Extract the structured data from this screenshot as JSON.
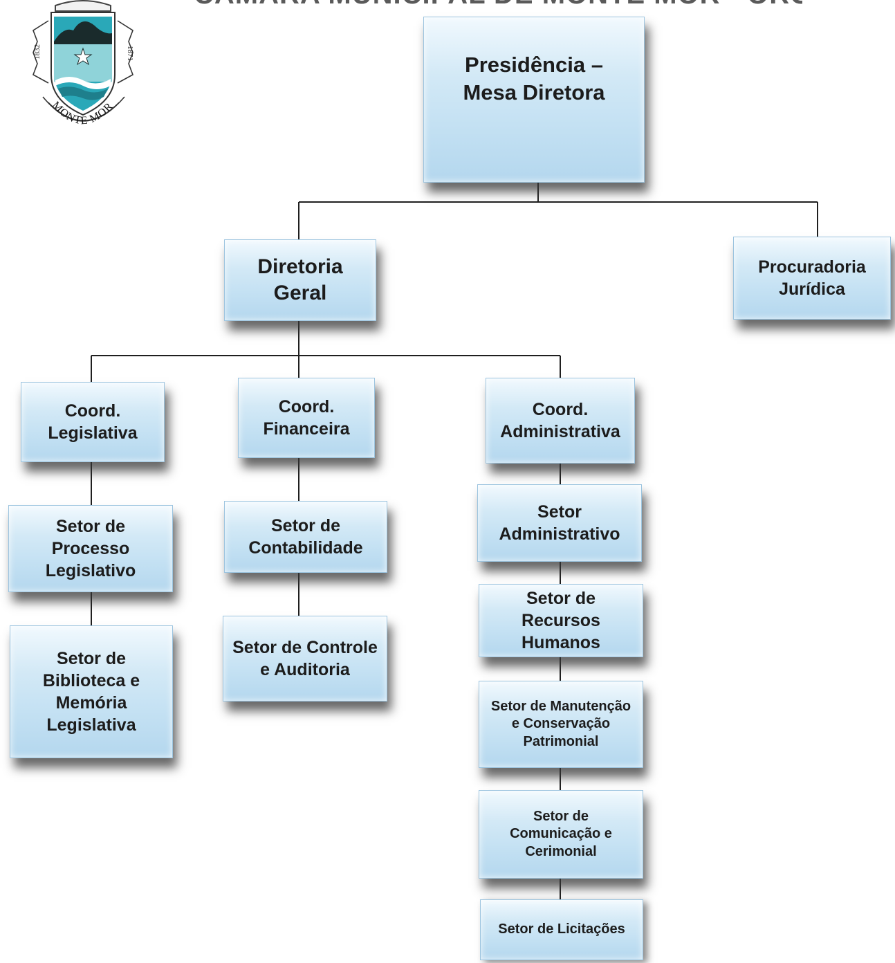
{
  "header": {
    "title": "CÂMARA MUNICIPAL DE MONTE MOR - ORGANOGRAMA"
  },
  "logo": {
    "left_year": "1832",
    "right_year": "1871",
    "motto": "MONTE MOR",
    "colors": {
      "shield": "#2aa8b8",
      "mountain": "#1a2b2c",
      "star": "#ffffff"
    }
  },
  "orgchart": {
    "colors": {
      "box_top": "#f1f9fe",
      "box_bottom": "#b4d7ee",
      "line": "#1f1f1f",
      "text": "#1c1c1c"
    },
    "nodes": {
      "presidencia": {
        "label": "Presidência  – Mesa Diretora"
      },
      "diretoria_geral": {
        "label": "Diretoria Geral"
      },
      "procuradoria": {
        "label": "Procuradoria Jurídica"
      },
      "coord_legislativa": {
        "label": "Coord. Legislativa"
      },
      "coord_financeira": {
        "label": "Coord. Financeira"
      },
      "coord_administrativa": {
        "label": "Coord. Administrativa"
      },
      "setor_processo": {
        "label": "Setor de Processo Legislativo"
      },
      "setor_biblioteca": {
        "label": "Setor de Biblioteca e Memória Legislativa"
      },
      "setor_contabilidade": {
        "label": "Setor de Contabilidade"
      },
      "setor_controle": {
        "label": "Setor de  Controle e Auditoria"
      },
      "setor_administrativo": {
        "label": "Setor Administrativo"
      },
      "setor_rh": {
        "label": "Setor de  Recursos Humanos"
      },
      "setor_manutencao": {
        "label": "Setor de Manutenção e Conservação Patrimonial"
      },
      "setor_comunicacao": {
        "label": "Setor de Comunicação e Cerimonial"
      },
      "setor_licitacoes": {
        "label": "Setor de Licitações"
      }
    }
  }
}
